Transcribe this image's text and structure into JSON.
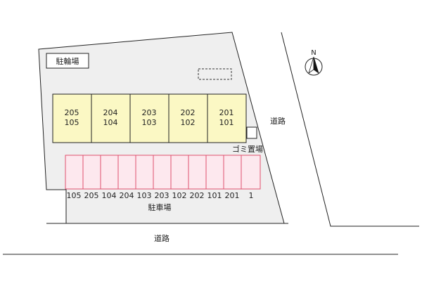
{
  "labels": {
    "bicycle_parking": "駐輪場",
    "road_right": "道路",
    "road_bottom": "道路",
    "garbage": "ゴミ置場",
    "parking": "駐車場",
    "north": "N"
  },
  "units": [
    {
      "upper": "205",
      "lower": "105"
    },
    {
      "upper": "204",
      "lower": "104"
    },
    {
      "upper": "203",
      "lower": "103"
    },
    {
      "upper": "202",
      "lower": "102"
    },
    {
      "upper": "201",
      "lower": "101"
    }
  ],
  "parking_labels": [
    "105",
    "205",
    "104",
    "204",
    "103",
    "203",
    "102",
    "202",
    "101",
    "201",
    "1"
  ],
  "colors": {
    "unit_fill": "#fbf8c4",
    "parking_fill": "#fde8ee",
    "parking_stroke": "#e0506e",
    "site_fill": "#efefef",
    "line": "#222222"
  }
}
